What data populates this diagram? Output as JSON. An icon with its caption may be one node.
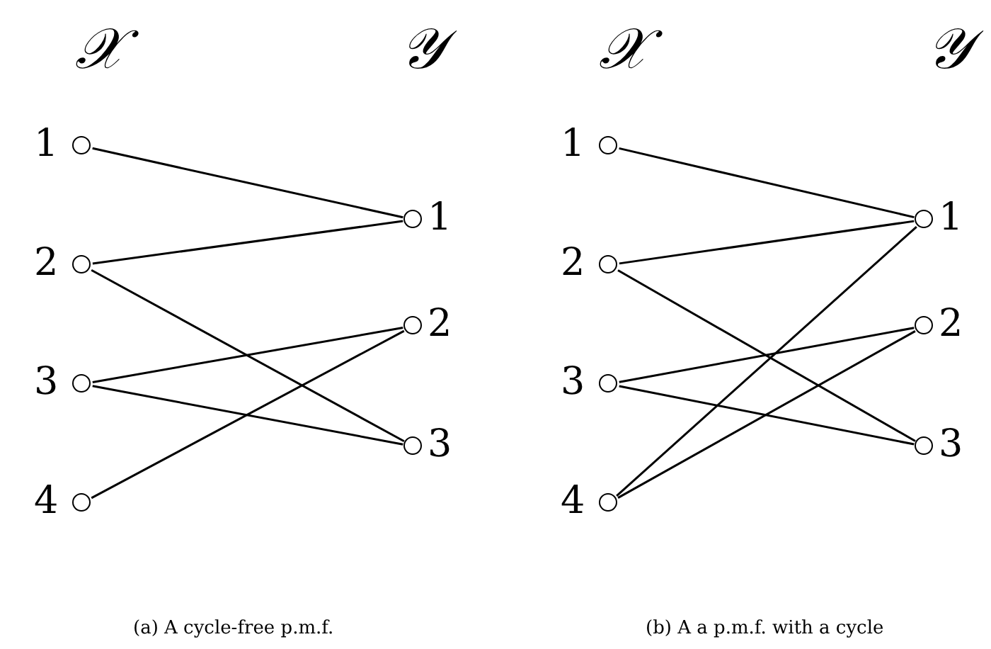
{
  "diagram": {
    "nodes": [
      {
        "text": [],
        "shape": "circle",
        "beside": [
          "1"
        ]
      },
      {
        "text": [],
        "shape": "circle",
        "beside": [
          "2"
        ]
      },
      {
        "text": [],
        "shape": "circle",
        "beside": [
          "3"
        ]
      },
      {
        "text": [],
        "shape": "circle",
        "beside": [
          "4"
        ]
      },
      {
        "text": [],
        "shape": "circle",
        "beside": [
          "1"
        ]
      },
      {
        "text": [],
        "shape": "circle",
        "beside": [
          "2"
        ]
      },
      {
        "text": [],
        "shape": "circle",
        "beside": [
          "3"
        ]
      },
      {
        "text": [],
        "shape": "circle",
        "beside": [
          "1"
        ]
      },
      {
        "text": [],
        "shape": "circle",
        "beside": [
          "2"
        ]
      },
      {
        "text": [],
        "shape": "circle",
        "beside": [
          "3"
        ]
      },
      {
        "text": [],
        "shape": "circle",
        "beside": [
          "4"
        ]
      },
      {
        "text": [],
        "shape": "circle",
        "beside": [
          "1"
        ]
      },
      {
        "text": [],
        "shape": "circle",
        "beside": [
          "2"
        ]
      },
      {
        "text": [],
        "shape": "circle",
        "beside": [
          "3"
        ]
      }
    ],
    "edges": [
      {
        "from": 0,
        "to": 4,
        "arrow": "none"
      },
      {
        "from": 1,
        "to": 4,
        "arrow": "none"
      },
      {
        "from": 1,
        "to": 6,
        "arrow": "none"
      },
      {
        "from": 2,
        "to": 5,
        "arrow": "none"
      },
      {
        "from": 2,
        "to": 6,
        "arrow": "none"
      },
      {
        "from": 3,
        "to": 5,
        "arrow": "none"
      },
      {
        "from": 7,
        "to": 11,
        "arrow": "none"
      },
      {
        "from": 8,
        "to": 11,
        "arrow": "none"
      },
      {
        "from": 8,
        "to": 13,
        "arrow": "none"
      },
      {
        "from": 9,
        "to": 12,
        "arrow": "none"
      },
      {
        "from": 9,
        "to": 13,
        "arrow": "none"
      },
      {
        "from": 10,
        "to": 12,
        "arrow": "none"
      },
      {
        "from": 10,
        "to": 11,
        "arrow": "none"
      }
    ],
    "labels": [
      "𝒳",
      "𝒴",
      "𝒳",
      "𝒴",
      "(a) A cycle-free p.m.f.",
      "(b) A a p.m.f. with a cycle"
    ]
  }
}
